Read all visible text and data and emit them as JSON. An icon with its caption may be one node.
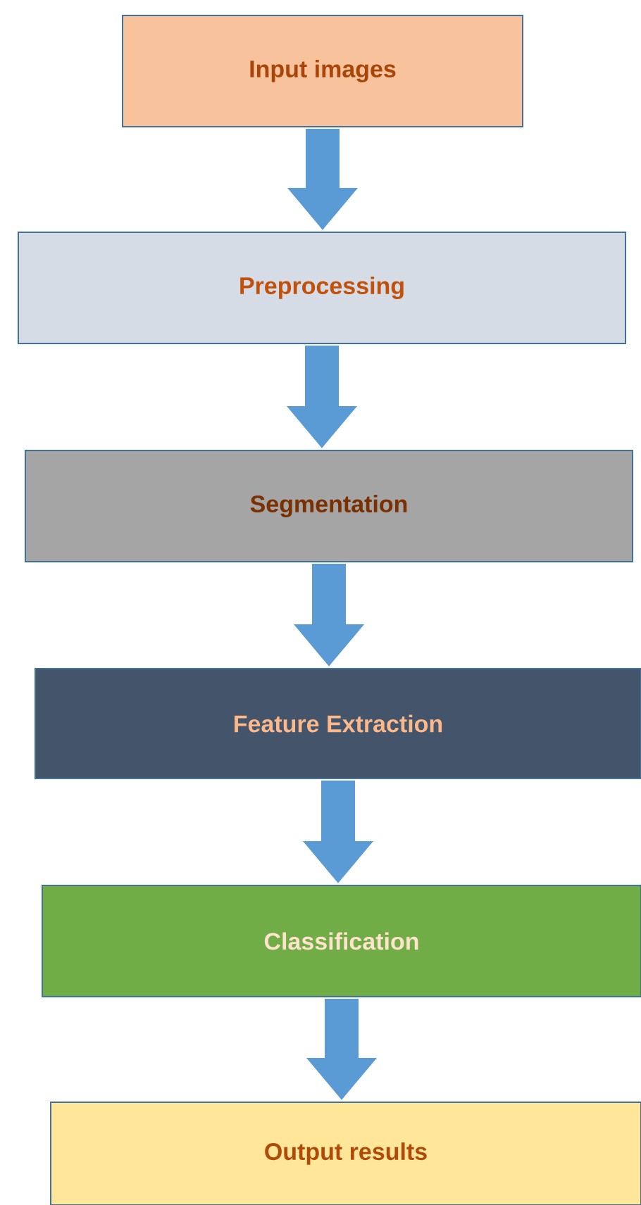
{
  "diagram": {
    "nodes": [
      {
        "text": [
          "Input images"
        ]
      },
      {
        "text": [
          "Preprocessing"
        ]
      },
      {
        "text": [
          "Segmentation"
        ]
      },
      {
        "text": [
          "Feature Extraction"
        ]
      },
      {
        "text": [
          "Classification"
        ]
      },
      {
        "text": [
          "Output results"
        ]
      }
    ],
    "edges": [
      {
        "from": 0,
        "to": 1,
        "arrow": "to"
      },
      {
        "from": 1,
        "to": 2,
        "arrow": "to"
      },
      {
        "from": 2,
        "to": 3,
        "arrow": "to"
      },
      {
        "from": 3,
        "to": 4,
        "arrow": "to"
      },
      {
        "from": 4,
        "to": 5,
        "arrow": "to"
      }
    ]
  }
}
